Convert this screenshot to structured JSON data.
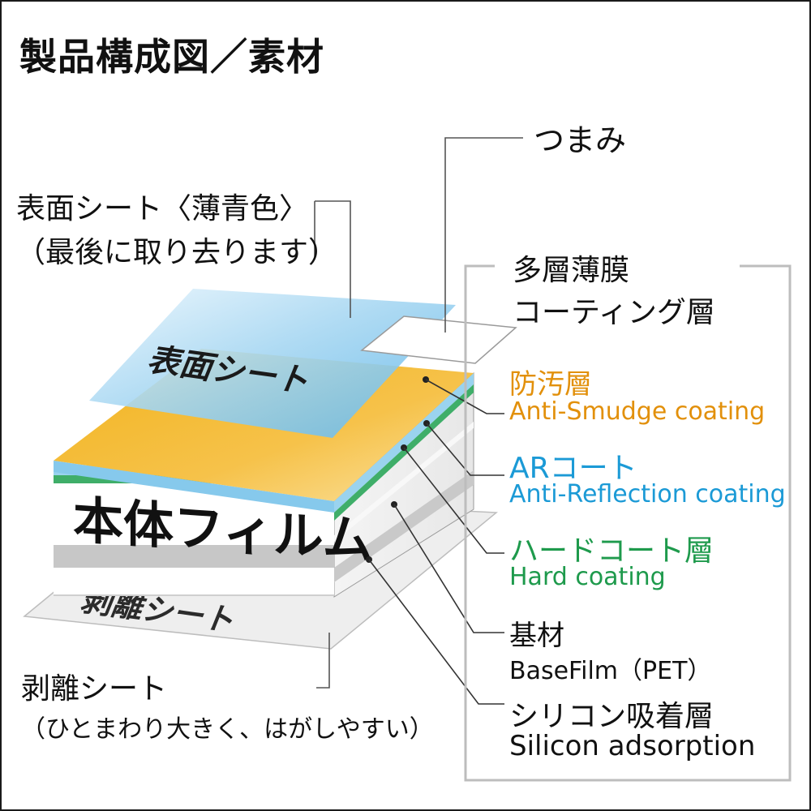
{
  "title": "製品構成図／素材",
  "tab_label": "つまみ",
  "surface_sheet": {
    "label_line1": "表面シート〈薄青色〉",
    "label_line2": "（最後に取り去ります）",
    "diagram_label": "表面シート"
  },
  "multilayer": {
    "label_line1": "多層薄膜",
    "label_line2": "コーティング層"
  },
  "layers": {
    "anti_smudge": {
      "jp": "防汚層",
      "en": "Anti-Smudge coating",
      "color": "#e2900b"
    },
    "ar": {
      "jp": "ARコート",
      "en": "Anti-Reflection coating",
      "color": "#1b9ad6"
    },
    "hard": {
      "jp": "ハードコート層",
      "en": "Hard coating",
      "color": "#1e9a4c"
    },
    "base": {
      "jp": "基材",
      "en": "BaseFilm（PET）"
    },
    "silicon": {
      "jp": "シリコン吸着層",
      "en": "Silicon adsorption"
    }
  },
  "body_film_label": "本体フィルム",
  "release_sheet": {
    "diagram_label": "剥離シート",
    "label_line1": "剥離シート",
    "label_line2": "（ひとまわり大きく、はがしやすい）"
  }
}
